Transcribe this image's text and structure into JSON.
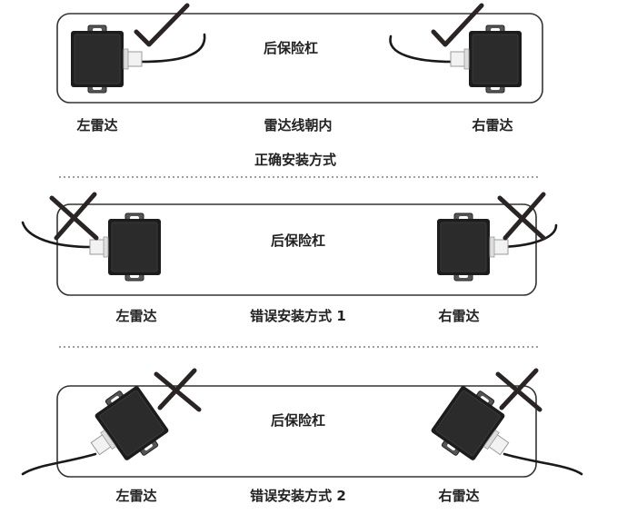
{
  "sections": [
    {
      "bumper_label": "后保险杠",
      "left_label": "左雷达",
      "center_label": "雷达线朝内",
      "right_label": "右雷达",
      "caption": "正确安装方式",
      "mark": "check-icon"
    },
    {
      "bumper_label": "后保险杠",
      "left_label": "左雷达",
      "center_label": "错误安装方式 1",
      "right_label": "右雷达",
      "mark": "cross-icon"
    },
    {
      "bumper_label": "后保险杠",
      "left_label": "左雷达",
      "center_label": "错误安装方式 2",
      "right_label": "右雷达",
      "mark": "cross-icon"
    }
  ],
  "colors": {
    "radar_body": "#2b2b2b",
    "mark": "#2a2424",
    "outline": "#333333"
  }
}
